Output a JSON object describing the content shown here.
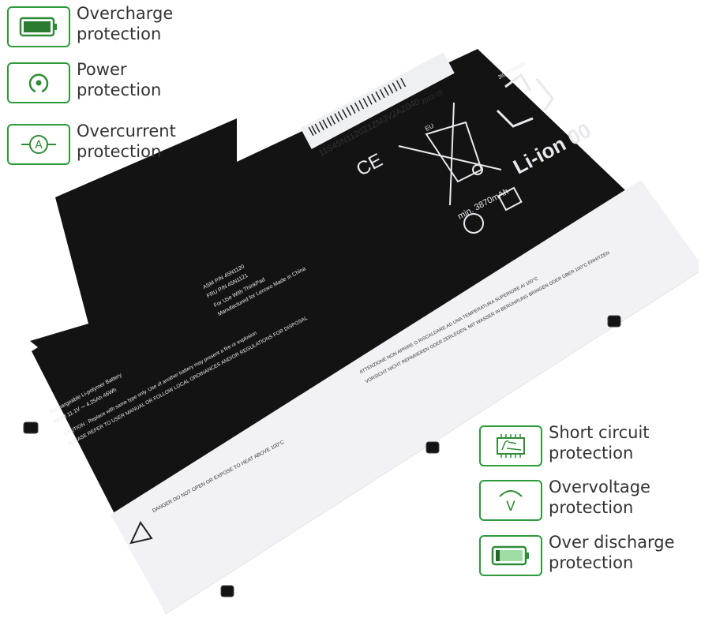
{
  "features_left": [
    {
      "line1": "Overcharge",
      "line2": "protection",
      "icon": "battery-full-icon"
    },
    {
      "line1": "Power",
      "line2": "protection",
      "icon": "power-icon"
    },
    {
      "line1": "Overcurrent",
      "line2": "protection",
      "icon": "ammeter-icon"
    }
  ],
  "features_right": [
    {
      "line1": "Short circuit",
      "line2": "protection",
      "icon": "circuit-board-icon"
    },
    {
      "line1": "Overvoltage",
      "line2": "protection",
      "icon": "voltage-icon"
    },
    {
      "line1": "Over discharge",
      "line2": "protection",
      "icon": "battery-low-icon"
    }
  ],
  "battery_label": {
    "barcode": "11S45N1120Z1ZMJV2AZ040",
    "date": "2012-10",
    "cell_code": "3ICP7/64/84",
    "eu": "EU",
    "capacity": "min. 3870mAh",
    "chem": "Li-ion 00",
    "asm": "ASM P/N 45N1120",
    "fru": "FRU P/N 45N1121",
    "for_use": "For Use With ThinkPad",
    "manufactured": "Manufactured for Lenovo   Made in China",
    "type": "Rechargeable Li-polymer Battery",
    "nom": "NOM 11.1V ⎓ 4.25Ah 46Wh",
    "caution": "CAUTION : Replace with same type only. Use of another battery may present a fire or explosion",
    "please": "PLEASE REFER TO USER MANUAL OR FOLLOW LOCAL ORDINANCES AND/OR REGULATIONS FOR DISPOSAL",
    "danger": "DANGER  DO NOT OPEN OR EXPOSE TO HEAT ABOVE 100°C",
    "attenzione": "ATTENZIONE  NON APRIRE O RISCALDARE AD UNA TEMPERATURA SUPERIORE AI 100°C",
    "vorsicht": "VORSICHT  NICHT REPARIEREN ODER ZERLEGEN, MIT WASSER IN BERÜHRUNG BRINGEN ODER ÜBER 100°C ERHITZEN",
    "ce": "CE"
  },
  "colors": {
    "accent": "#2e9a3a",
    "battery": "#111111",
    "label": "#f2f2f6"
  }
}
